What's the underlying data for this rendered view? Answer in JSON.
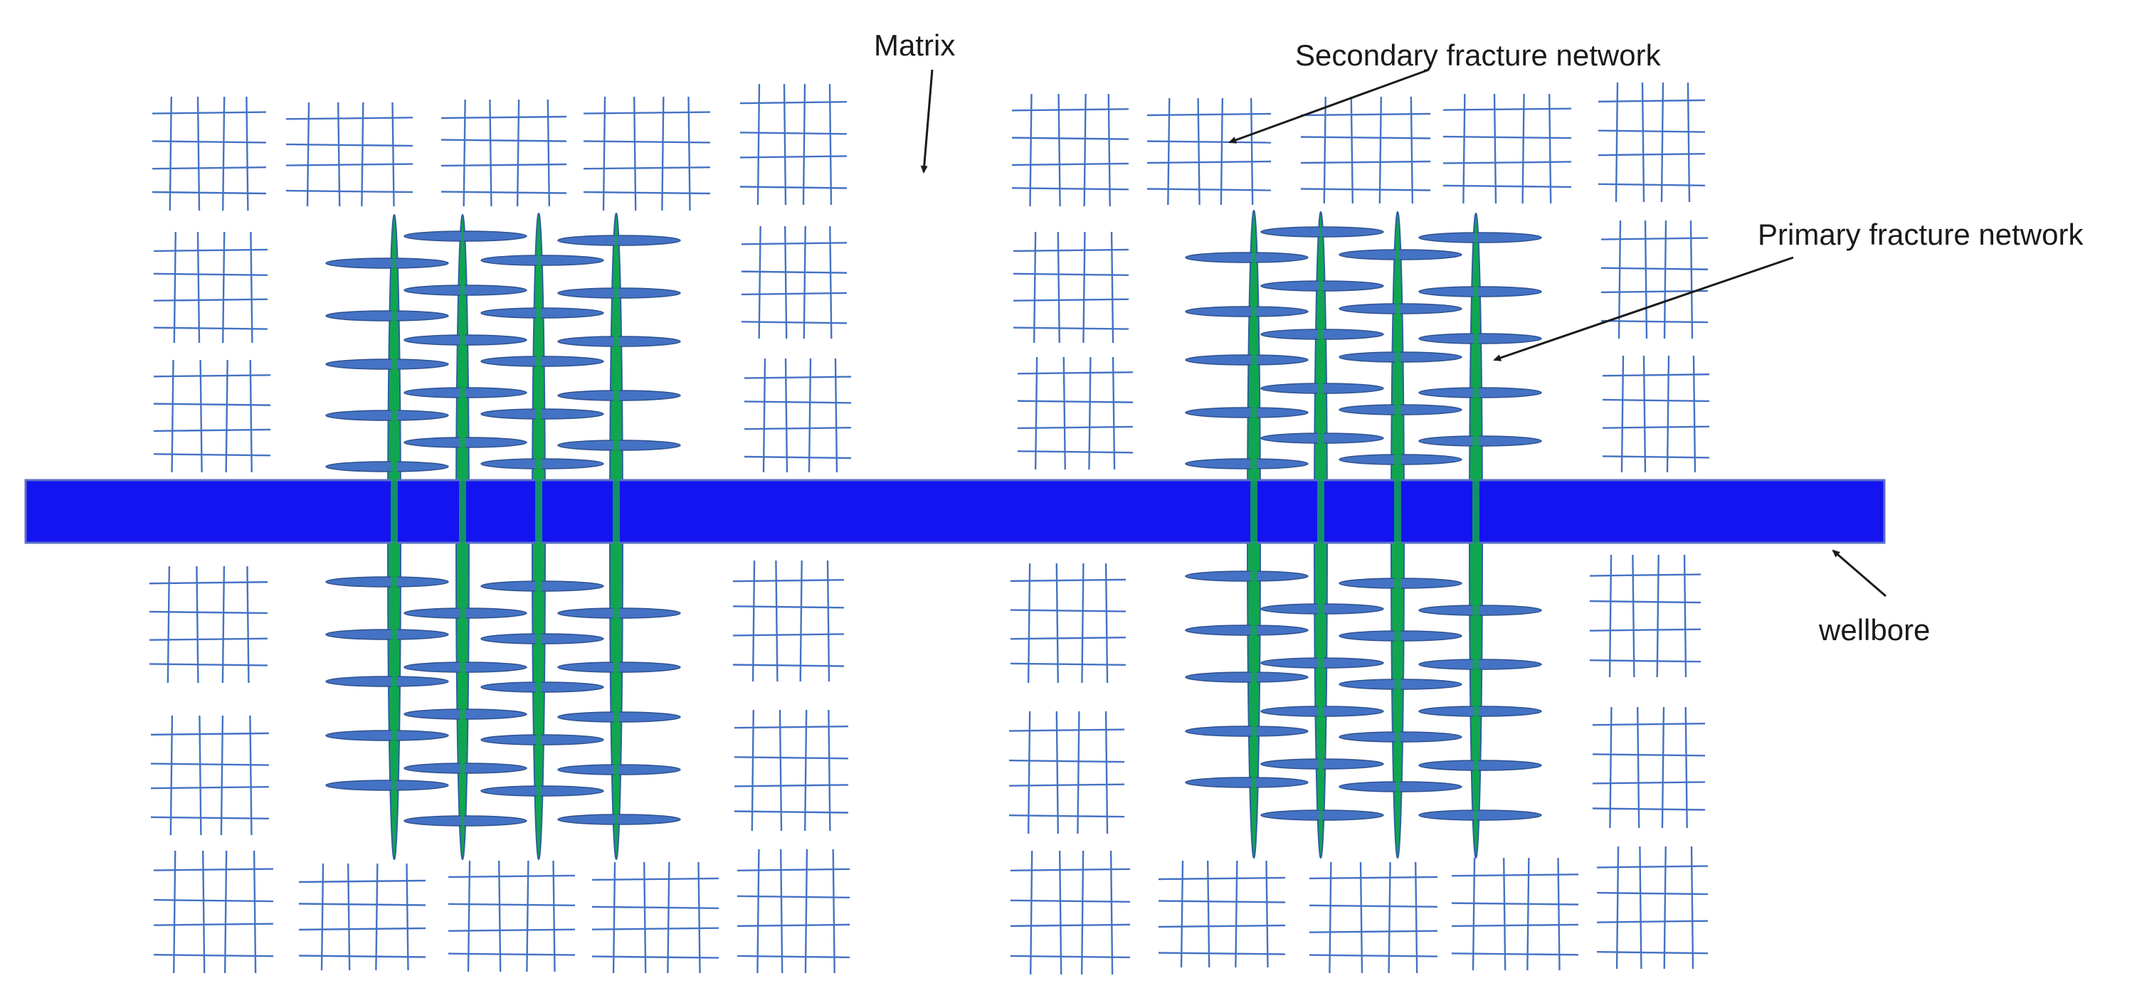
{
  "labels": {
    "matrix": "Matrix",
    "secondary": "Secondary fracture network",
    "primary": "Primary fracture network",
    "wellbore": "wellbore"
  },
  "colors": {
    "background": "#ffffff",
    "wellbore_fill": "#1414f0",
    "wellbore_stroke": "#5a6fc8",
    "primary_fracture_fill": "#10a650",
    "primary_fracture_stroke": "#2e5fa0",
    "secondary_fracture_fill": "#4472c4",
    "secondary_fracture_stroke": "#2f528f",
    "matrix_grid": "#4472c4",
    "arrow": "#1a1a1a",
    "text": "#1a1a1a"
  },
  "icons": {
    "matrix_block": "grid-icon",
    "arrow": "arrow-icon"
  }
}
